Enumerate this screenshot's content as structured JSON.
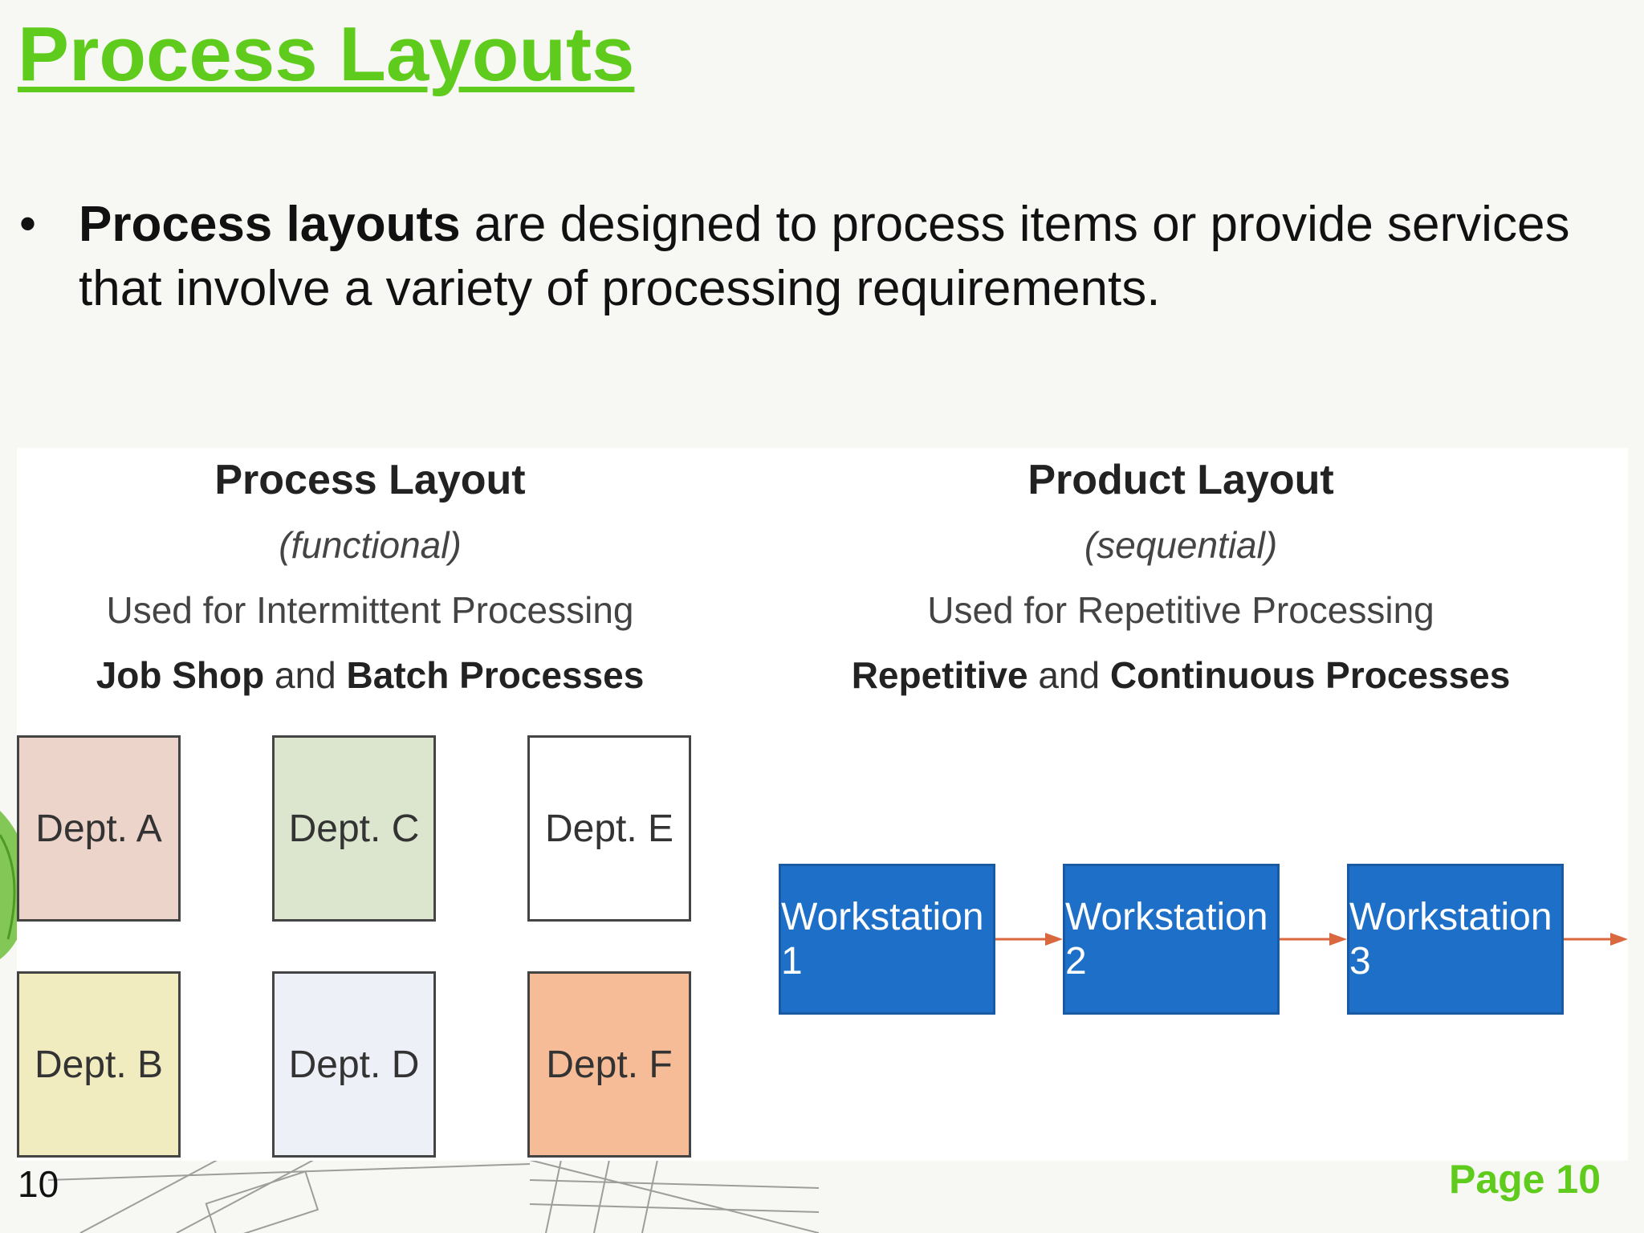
{
  "slide": {
    "title": "Process Layouts",
    "bullet": {
      "bold": "Process layouts",
      "text": " are designed to process items or provide services that involve a variety of processing requirements."
    },
    "slide_number": "10",
    "page_label": "Page 10"
  },
  "figure": {
    "process": {
      "title": "Process Layout",
      "subtitle": "(functional)",
      "used_for": "Used for Intermittent Processing",
      "types_bold_1": "Job Shop",
      "types_and": " and ",
      "types_bold_2": "Batch Processes",
      "departments": [
        "Dept. A",
        "Dept. B",
        "Dept. C",
        "Dept. D",
        "Dept. E",
        "Dept. F"
      ],
      "department_colors": [
        "#ecd4cb",
        "#f1ecc0",
        "#dce6cf",
        "#eef0f8",
        "#ffffff",
        "#f6bc97"
      ]
    },
    "product": {
      "title": "Product Layout",
      "subtitle": "(sequential)",
      "used_for": "Used for Repetitive Processing",
      "types_bold_1": "Repetitive",
      "types_and": " and ",
      "types_bold_2": "Continuous Processes",
      "workstations": [
        "Workstation 1",
        "Workstation 2",
        "Workstation 3"
      ],
      "workstation_color": "#1e6fc7",
      "arrow_color": "#d9673f"
    }
  },
  "colors": {
    "accent": "#5fcc1d"
  }
}
